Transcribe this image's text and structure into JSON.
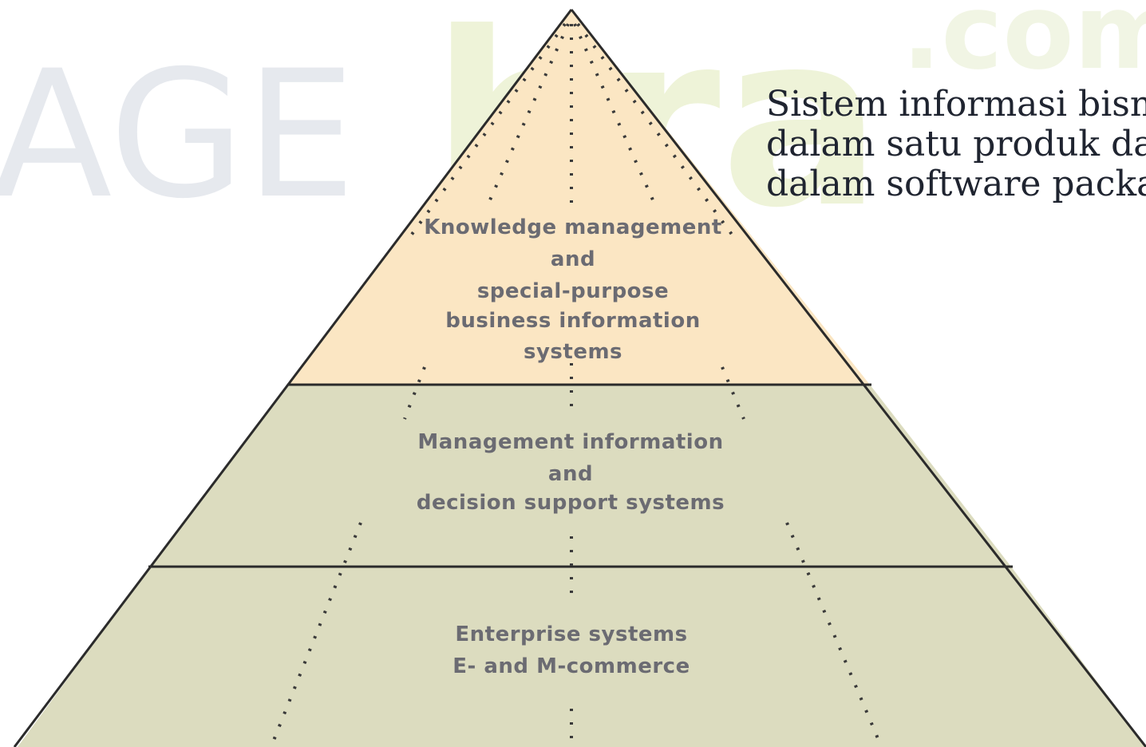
{
  "watermark": {
    "left_text": "AGE",
    "brand_text": "bra",
    "domain_text": ".com"
  },
  "pyramid": {
    "tiers": [
      {
        "id": "top",
        "color": "#fbe6c3",
        "lines": [
          "Knowledge management",
          "and",
          "special-purpose",
          "business information",
          "systems"
        ]
      },
      {
        "id": "middle",
        "color": "#dcdcbf",
        "lines": [
          "Management information",
          "and",
          "decision support systems"
        ]
      },
      {
        "id": "bottom",
        "color": "#dcdcbf",
        "lines": [
          "Enterprise systems",
          "E- and M-commerce"
        ]
      }
    ],
    "outline_color": "#2b2b2b"
  },
  "side_text": {
    "lines": [
      "Sistem informasi bisn",
      "dalam satu produk da",
      "dalam software packa"
    ]
  }
}
